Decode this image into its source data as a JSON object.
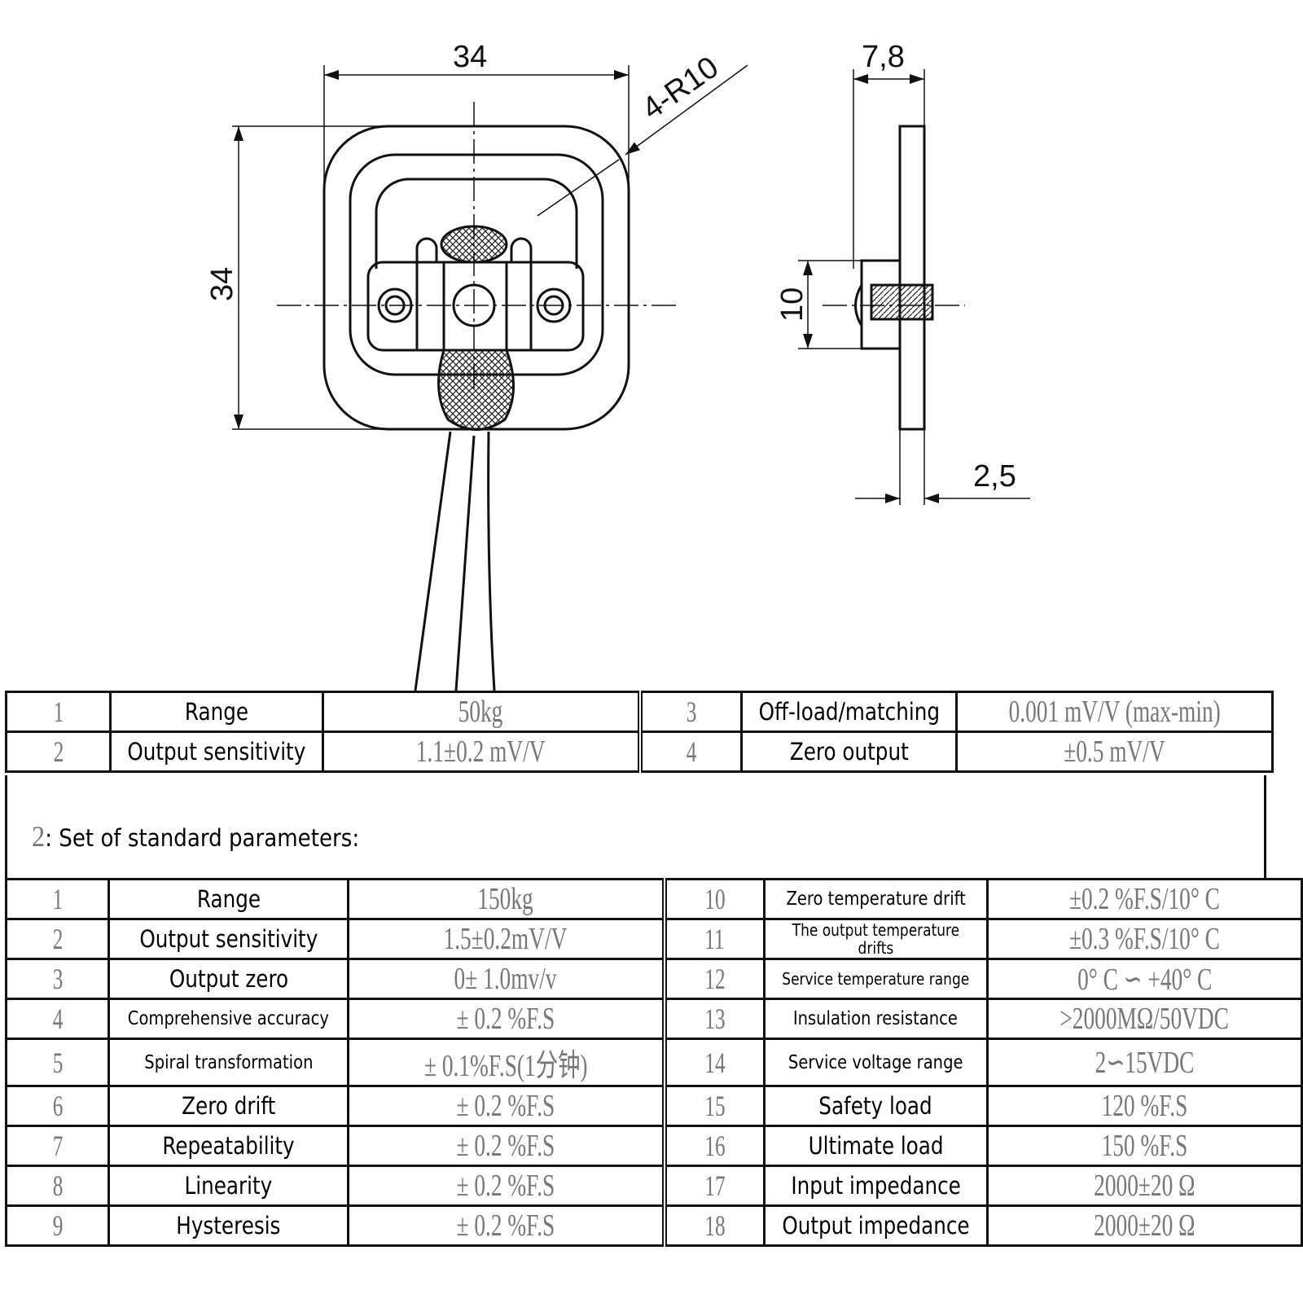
{
  "drawing": {
    "front_width": "34",
    "front_height": "34",
    "corner_radius": "4-R10",
    "side_thickness_total": "7,8",
    "side_boss_height": "10",
    "plate_thickness": "2,5"
  },
  "table1": {
    "rows": [
      {
        "n1": "1",
        "l1": "Range",
        "v1": "50kg",
        "n2": "3",
        "l2": "Off-load/matching",
        "v2": "0.001 mV/V (max-min)"
      },
      {
        "n1": "2",
        "l1": "Output sensitivity",
        "v1": "1.1±0.2 mV/V",
        "n2": "4",
        "l2": "Zero output",
        "v2": "±0.5 mV/V"
      }
    ]
  },
  "section": {
    "number": "2",
    "title": ": Set of standard parameters:"
  },
  "table2": {
    "rows": [
      {
        "n1": "1",
        "l1": "Range",
        "v1": "150kg",
        "n2": "10",
        "l2": "Zero temperature drift",
        "v2": "±0.2 %F.S/10° C"
      },
      {
        "n1": "2",
        "l1": "Output sensitivity",
        "v1": "1.5±0.2mV/V",
        "n2": "11",
        "l2": "The output temperature drifts",
        "v2": "±0.3 %F.S/10° C"
      },
      {
        "n1": "3",
        "l1": "Output zero",
        "v1": "0± 1.0mv/v",
        "n2": "12",
        "l2": "Service temperature range",
        "v2": "0° C  ∽ +40° C"
      },
      {
        "n1": "4",
        "l1": "Comprehensive accuracy",
        "v1": "± 0.2 %F.S",
        "n2": "13",
        "l2": "Insulation resistance",
        "v2": ">2000MΩ/50VDC"
      },
      {
        "n1": "5",
        "l1": "Spiral transformation",
        "v1": "± 0.1%F.S(1分钟)",
        "n2": "14",
        "l2": "Service voltage range",
        "v2": "2∽15VDC"
      },
      {
        "n1": "6",
        "l1": "Zero drift",
        "v1": "± 0.2 %F.S",
        "n2": "15",
        "l2": "Safety load",
        "v2": "120 %F.S"
      },
      {
        "n1": "7",
        "l1": "Repeatability",
        "v1": "± 0.2 %F.S",
        "n2": "16",
        "l2": "Ultimate load",
        "v2": "150 %F.S"
      },
      {
        "n1": "8",
        "l1": "Linearity",
        "v1": "± 0.2 %F.S",
        "n2": "17",
        "l2": "Input impedance",
        "v2": "2000±20 Ω"
      },
      {
        "n1": "9",
        "l1": "Hysteresis",
        "v1": "± 0.2 %F.S",
        "n2": "18",
        "l2": "Output impedance",
        "v2": "2000±20 Ω"
      }
    ]
  }
}
